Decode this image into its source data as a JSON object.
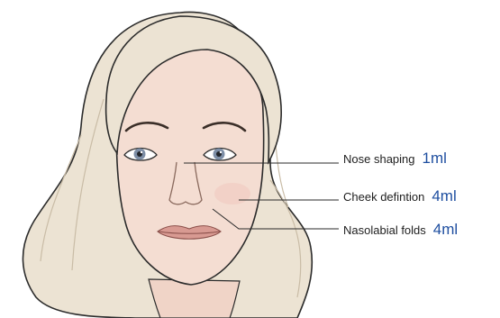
{
  "callouts": [
    {
      "label": "Nose shaping",
      "amount": "1ml"
    },
    {
      "label": "Cheek defintion",
      "amount": "4ml"
    },
    {
      "label": "Nasolabial folds",
      "amount": "4ml"
    }
  ],
  "colors": {
    "skin": "#f4ddd2",
    "hair": "#ece3d3",
    "iris": "#7d8ea6",
    "lips": "#d89a92",
    "amount_text": "#1f4fa0",
    "leader_line": "#2a2a2a"
  }
}
